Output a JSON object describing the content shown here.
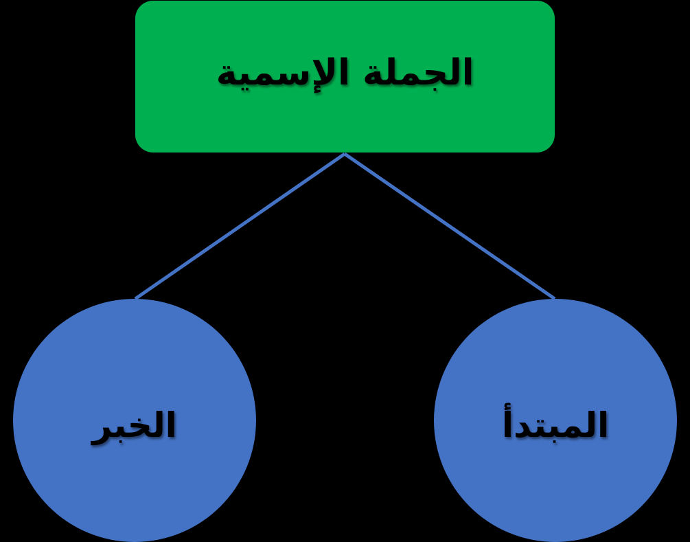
{
  "diagram": {
    "root": {
      "label": "الجملة الإسمية",
      "fill": "#00B050"
    },
    "children": [
      {
        "label": "المبتدأ",
        "fill": "#4472C4"
      },
      {
        "label": "الخبر",
        "fill": "#4472C4"
      }
    ],
    "connector_color": "#4472C4",
    "background": "#000000"
  }
}
